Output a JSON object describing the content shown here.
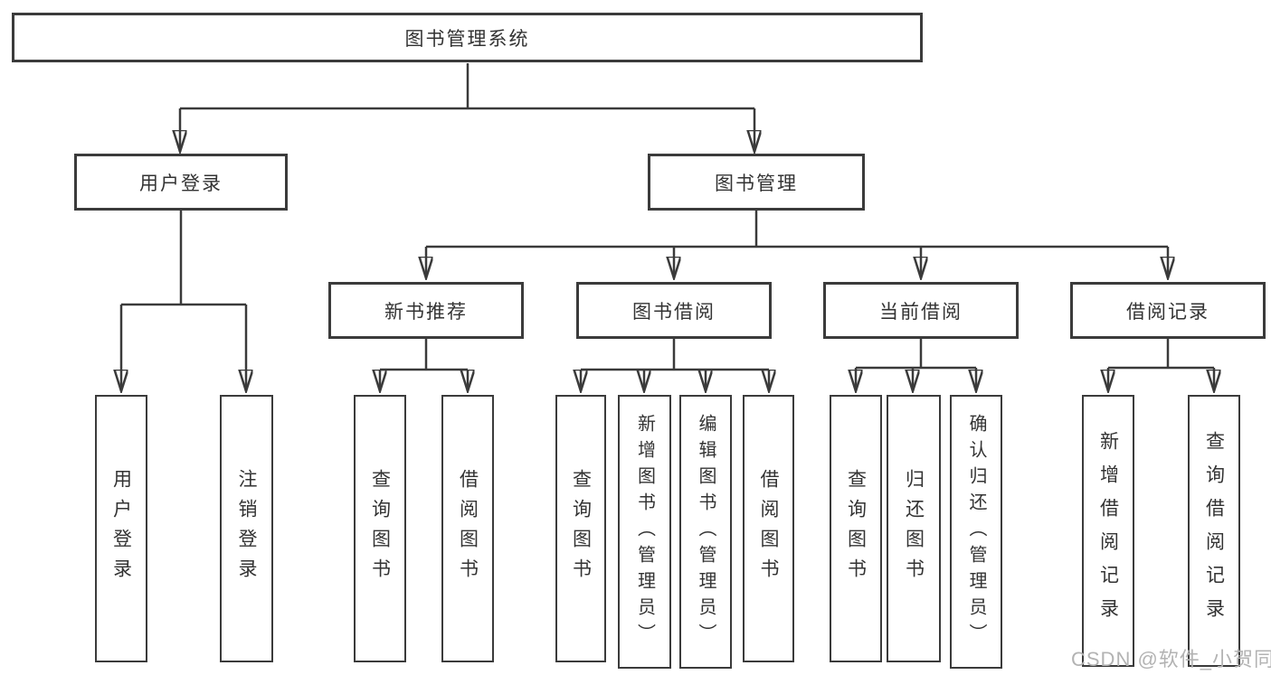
{
  "diagram": {
    "root": "图书管理系统",
    "branches": {
      "user": {
        "label": "用户登录",
        "children": [
          "用户登录",
          "注销登录"
        ]
      },
      "book": {
        "label": "图书管理",
        "sections": [
          {
            "label": "新书推荐",
            "children": [
              "查询图书",
              "借阅图书"
            ]
          },
          {
            "label": "图书借阅",
            "children": [
              "查询图书",
              "新增图书（管理员）",
              "编辑图书（管理员）",
              "借阅图书"
            ]
          },
          {
            "label": "当前借阅",
            "children": [
              "查询图书",
              "归还图书",
              "确认归还（管理员）"
            ]
          },
          {
            "label": "借阅记录",
            "children": [
              "新增借阅记录",
              "查询借阅记录"
            ]
          }
        ]
      }
    }
  },
  "watermark": "CSDN @软件_小贺同学",
  "colors": {
    "line": "#3a3a3a",
    "box_border": "#3b3b3b",
    "text": "#333333",
    "background": "#ffffff",
    "watermark": "#b3b3b3"
  }
}
